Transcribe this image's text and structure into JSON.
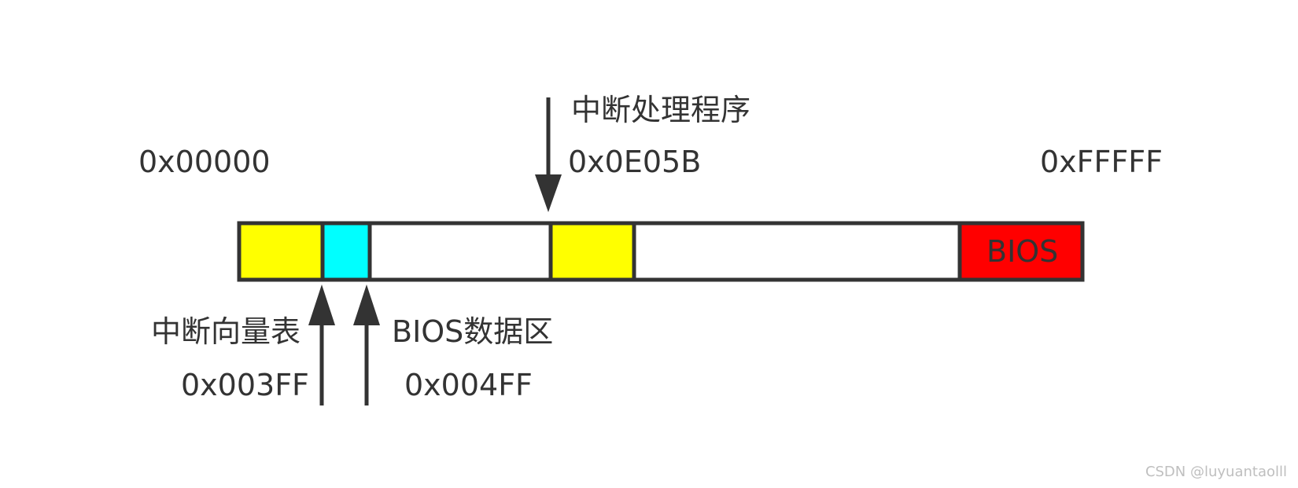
{
  "labels": {
    "start_address": "0x00000",
    "handler_title": "中断处理程序",
    "handler_address": "0x0E05B",
    "end_address": "0xFFFFF",
    "ivt_title": "中断向量表",
    "ivt_end_address": "0x003FF",
    "bda_title": "BIOS数据区",
    "bda_end_address": "0x004FF",
    "bios_block": "BIOS"
  },
  "colors": {
    "ivt": "#ffff00",
    "bda": "#00ffff",
    "handler": "#ffff00",
    "bios": "#ff0000",
    "outline": "#333333",
    "text": "#333333"
  },
  "watermark": "CSDN @luyuantaolll"
}
